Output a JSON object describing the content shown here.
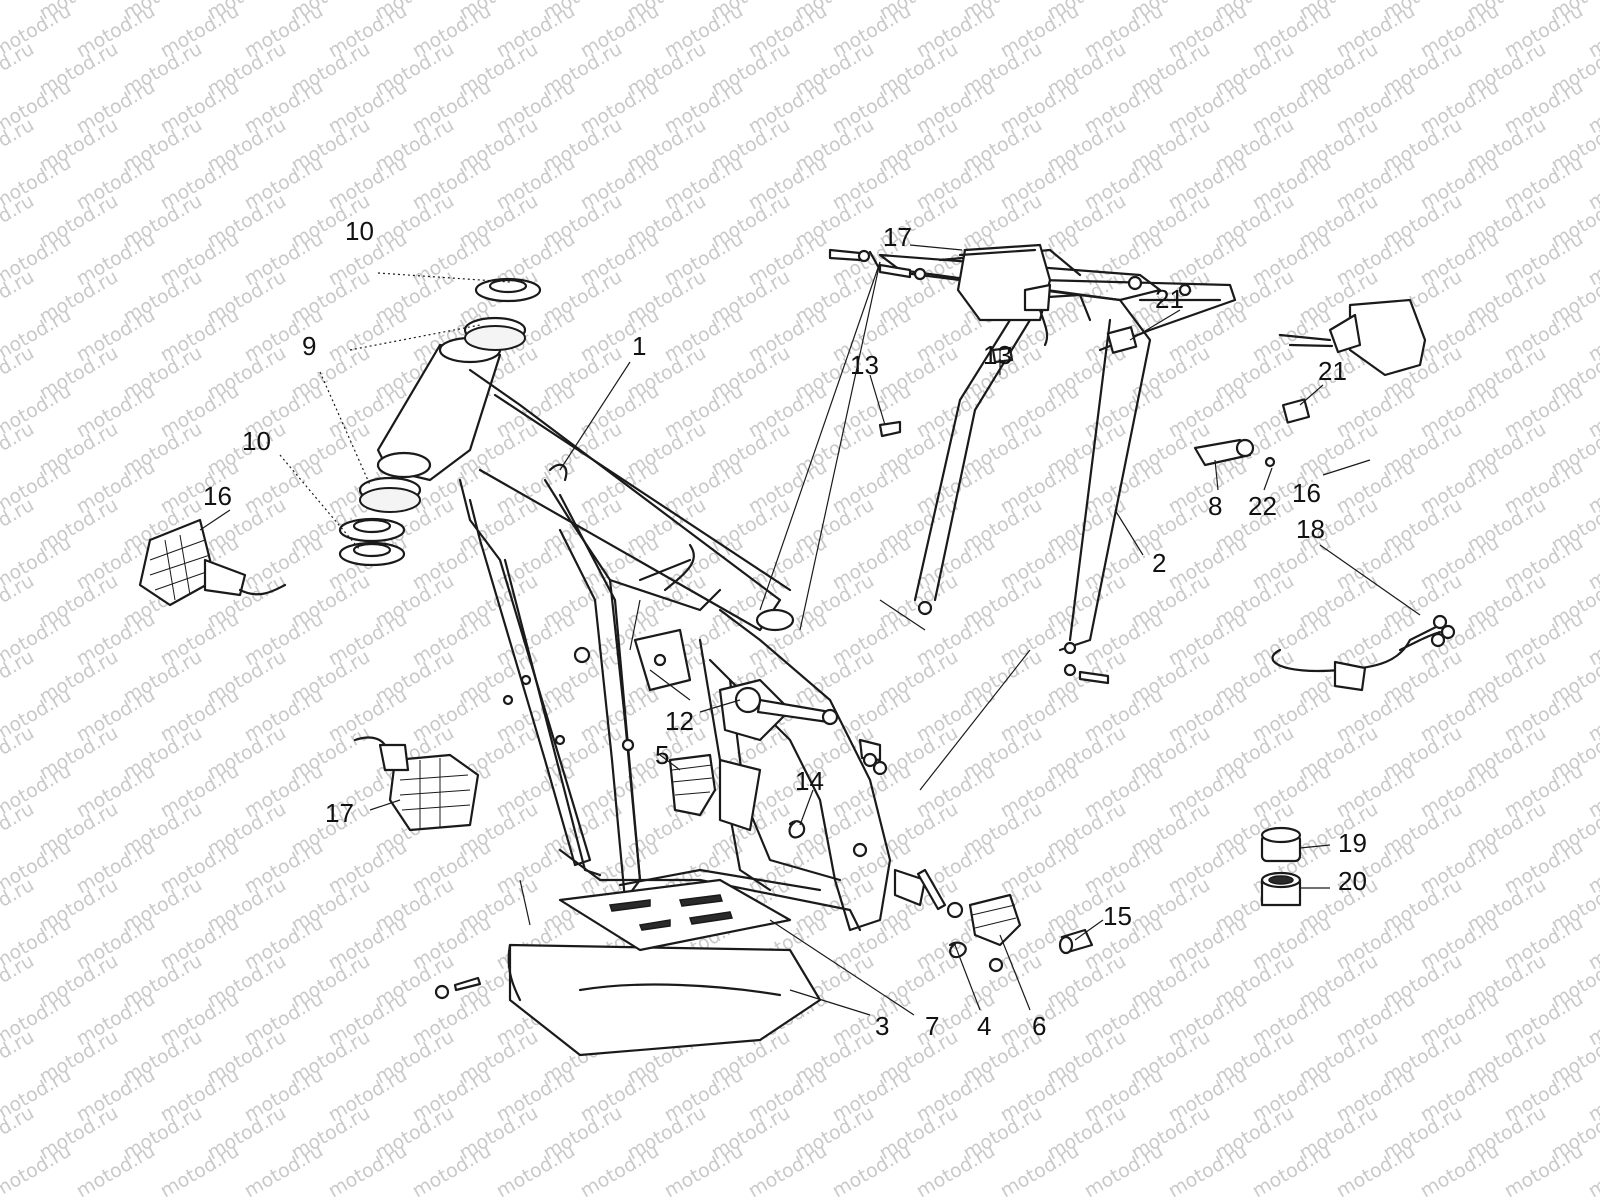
{
  "watermark": {
    "text": "motod.ru"
  },
  "callouts": [
    {
      "id": "c1",
      "label": "1"
    },
    {
      "id": "c2",
      "label": "2"
    },
    {
      "id": "c3",
      "label": "3"
    },
    {
      "id": "c4",
      "label": "4"
    },
    {
      "id": "c5",
      "label": "5"
    },
    {
      "id": "c6",
      "label": "6"
    },
    {
      "id": "c7",
      "label": "7"
    },
    {
      "id": "c8",
      "label": "8"
    },
    {
      "id": "c9",
      "label": "9"
    },
    {
      "id": "c10a",
      "label": "10"
    },
    {
      "id": "c10b",
      "label": "10"
    },
    {
      "id": "c12",
      "label": "12"
    },
    {
      "id": "c13a",
      "label": "13"
    },
    {
      "id": "c13b",
      "label": "13"
    },
    {
      "id": "c14",
      "label": "14"
    },
    {
      "id": "c15",
      "label": "15"
    },
    {
      "id": "c16a",
      "label": "16"
    },
    {
      "id": "c16b",
      "label": "16"
    },
    {
      "id": "c17a",
      "label": "17"
    },
    {
      "id": "c17b",
      "label": "17"
    },
    {
      "id": "c18",
      "label": "18"
    },
    {
      "id": "c19",
      "label": "19"
    },
    {
      "id": "c20",
      "label": "20"
    },
    {
      "id": "c21a",
      "label": "21"
    },
    {
      "id": "c21b",
      "label": "21"
    },
    {
      "id": "c22",
      "label": "22"
    }
  ],
  "colors": {
    "line": "#1a1a1a",
    "watermark": "#c9c9c9",
    "background": "#ffffff"
  }
}
